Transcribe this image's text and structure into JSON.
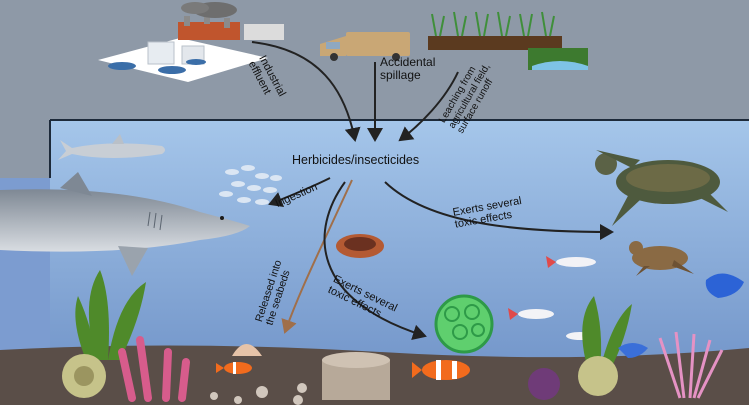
{
  "diagram": {
    "sources": {
      "industrial": [
        "Industrial",
        "effluent"
      ],
      "spillage": [
        "Accidental",
        "spillage"
      ],
      "leaching": [
        "Leaching from",
        "agricultural field,",
        "surface runoff"
      ]
    },
    "central_label": "Herbicides/insecticides",
    "pathways": {
      "ingestion": "Ingestion",
      "released": [
        "Released into",
        "the seabeds"
      ],
      "exerts_right": [
        "Exerts several",
        "toxic effects"
      ],
      "exerts_bottom": [
        "Exerts several",
        "toxic effects"
      ]
    }
  },
  "colors": {
    "sky": "#8e99a7",
    "water_top": "#9bbfe6",
    "water_bottom": "#6f93c8",
    "seabed": "#5a4e48",
    "arrow": "#222222",
    "released_arrow": "#a06f4a"
  }
}
